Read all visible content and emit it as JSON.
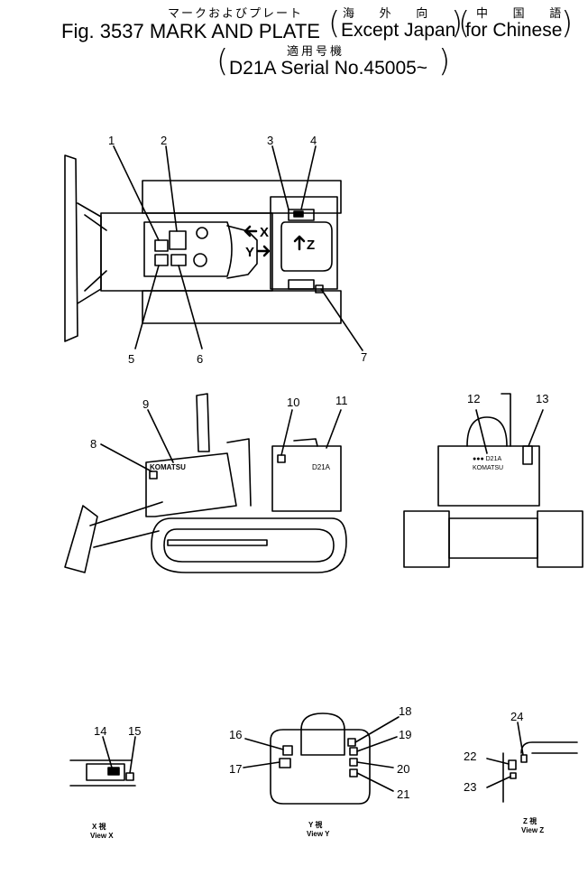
{
  "title": {
    "figure": "Fig. 3537",
    "mark_and_plate": "MARK AND PLATE",
    "jp_mark": "マークおよびプレート",
    "jp_overseas": "海 外 向",
    "except_japan": "Except Japan",
    "jp_china": "中 国 語",
    "for_chinese": "for Chinese",
    "jp_applicable": "適用号機",
    "serial": "D21A Serial No.45005~"
  },
  "callouts": [
    "1",
    "2",
    "3",
    "4",
    "5",
    "6",
    "7",
    "8",
    "9",
    "10",
    "11",
    "12",
    "13",
    "14",
    "15",
    "16",
    "17",
    "18",
    "19",
    "20",
    "21",
    "22",
    "23",
    "24"
  ],
  "view_markers": {
    "x": "X",
    "y": "Y",
    "z": "Z"
  },
  "plate_text": {
    "komatsu": "KOMATSU",
    "model": "D21A",
    "model_rear": "●●● D21A",
    "komatsu_rear": "KOMATSU"
  },
  "captions": {
    "x_jp": "X 視",
    "x_en": "View X",
    "y_jp": "Y 視",
    "y_en": "View Y",
    "z_jp": "Z 視",
    "z_en": "View Z"
  }
}
